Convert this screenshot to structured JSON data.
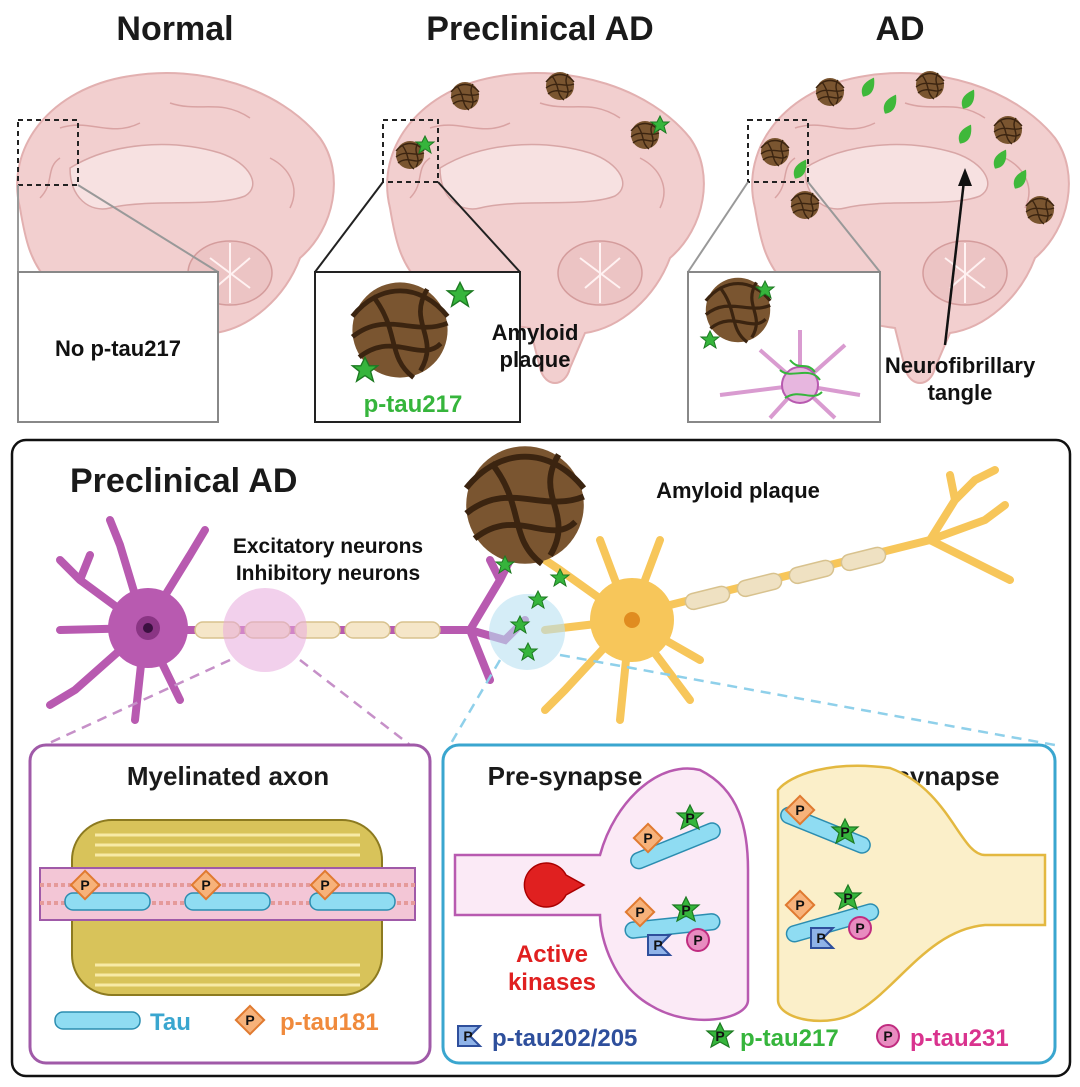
{
  "panels": {
    "normal": {
      "title": "Normal",
      "inset_text": "No p-tau217"
    },
    "preclinical": {
      "title": "Preclinical AD",
      "plaque_label_line1": "Amyloid",
      "plaque_label_line2": "plaque",
      "ptau_label": "p-tau217"
    },
    "ad": {
      "title": "AD",
      "tangle_label_line1": "Neurofibrillary",
      "tangle_label_line2": "tangle"
    }
  },
  "lower": {
    "title": "Preclinical AD",
    "neurons_line1": "Excitatory neurons",
    "neurons_line2": "Inhibitory neurons",
    "plaque_label": "Amyloid plaque",
    "axon_box_title": "Myelinated axon",
    "pre_synapse_title": "Pre-synapse",
    "post_synapse_title": "Post-synapse",
    "kinase_line1": "Active",
    "kinase_line2": "kinases",
    "phospho_glyph": "P"
  },
  "legend": {
    "tau": "Tau",
    "ptau181": "p-tau181",
    "ptau202": "p-tau202/205",
    "ptau217": "p-tau217",
    "ptau231": "p-tau231"
  },
  "colors": {
    "brain": "#f2cfcf",
    "plaque": "#5a3a1e",
    "ptau217_green": "#36b53c",
    "ptau181_orange": "#f08a3c",
    "ptau202_blue": "#2e4f9c",
    "ptau231_pink": "#d9338e",
    "tau_cyan": "#5fc8e6",
    "neuron_purple": "#b85ab0",
    "neuron_yellow": "#f7c65a",
    "kinase_red": "#e02020",
    "frame_purple": "#a05aa8",
    "frame_blue": "#3aa6cf"
  }
}
